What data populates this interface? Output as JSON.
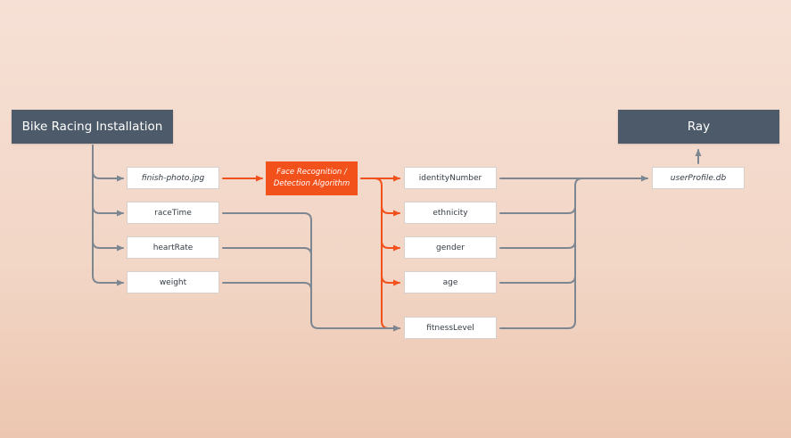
{
  "source": {
    "title": "Bike Racing Installation"
  },
  "target": {
    "title": "Ray"
  },
  "inputs": [
    "finish-photo.jpg",
    "raceTime",
    "heartRate",
    "weight"
  ],
  "process": {
    "line1": "Face Recognition /",
    "line2": "Detection Algorithm"
  },
  "outputs": [
    "identityNumber",
    "ethnicity",
    "gender",
    "age",
    "fitnessLevel"
  ],
  "store": {
    "label": "userProfile.db"
  },
  "colors": {
    "header": "#4d5a69",
    "gray_connector": "#7d8792",
    "orange_connector": "#f2511b",
    "node_bg": "#ffffff"
  }
}
